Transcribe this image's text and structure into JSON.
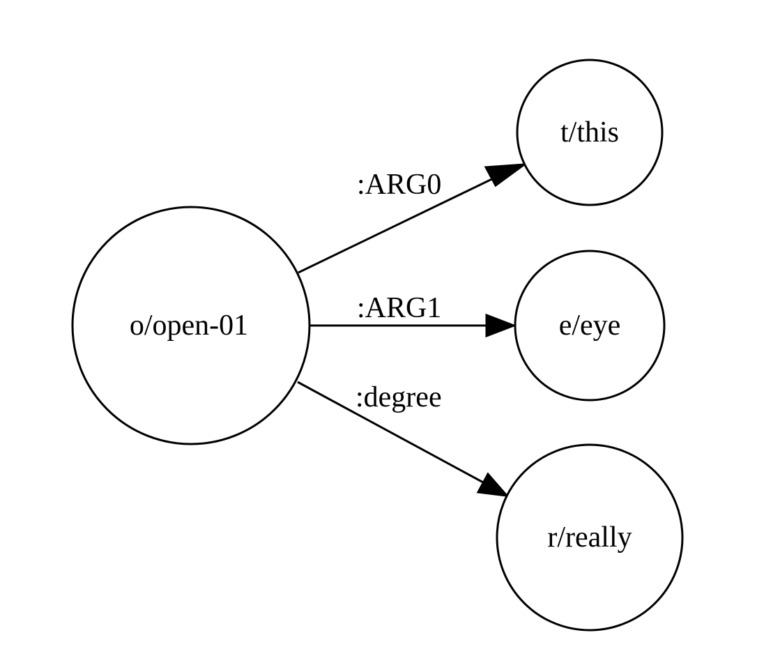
{
  "graph": {
    "nodes": {
      "open": {
        "label": "o/open-01"
      },
      "this": {
        "label": "t/this"
      },
      "eye": {
        "label": "e/eye"
      },
      "really": {
        "label": "r/really"
      }
    },
    "edges": {
      "arg0": {
        "label": ":ARG0",
        "from": "o/open-01",
        "to": "t/this"
      },
      "arg1": {
        "label": ":ARG1",
        "from": "o/open-01",
        "to": "e/eye"
      },
      "degree": {
        "label": ":degree",
        "from": "o/open-01",
        "to": "r/really"
      }
    }
  }
}
